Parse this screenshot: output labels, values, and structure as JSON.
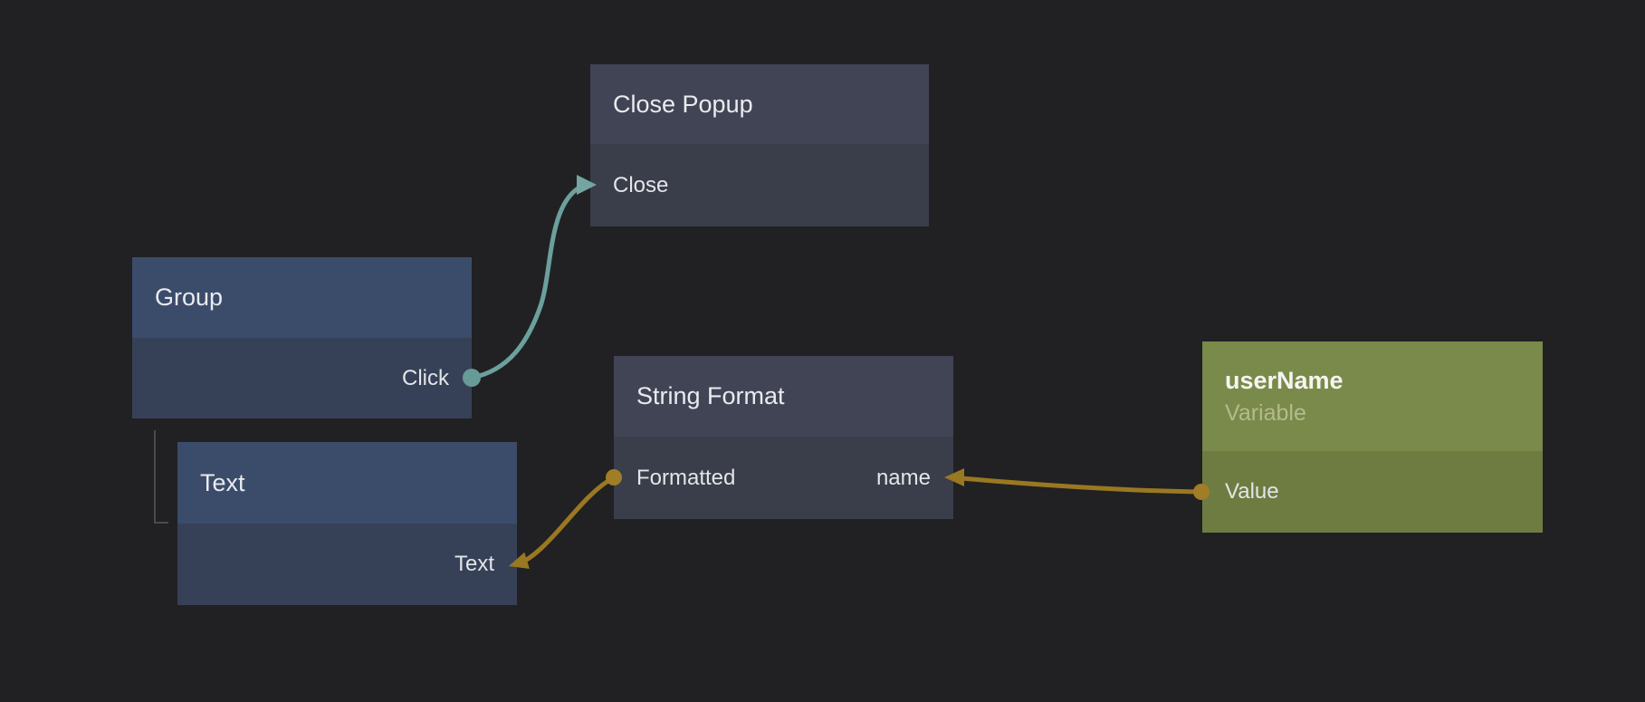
{
  "editor": {
    "background_color": "#212123",
    "node_kind_colors": {
      "action_node_header": "#414455",
      "action_node_body": "#3a3d4a",
      "element_node_header": "#3b4c6b",
      "element_node_body": "#364157",
      "variable_node_header": "#7a8a4a",
      "variable_node_body": "#6e7c42"
    },
    "wire_colors": {
      "event_wire_teal": "#6ba09c",
      "data_wire_gold": "#9a7822"
    }
  },
  "nodes": {
    "close_popup": {
      "title": "Close Popup",
      "input": "Close"
    },
    "group": {
      "title": "Group",
      "output": "Click"
    },
    "text": {
      "title": "Text",
      "input": "Text"
    },
    "string_format": {
      "title": "String Format",
      "output": "Formatted",
      "input": "name"
    },
    "user_name": {
      "title": "userName",
      "subtitle": "Variable",
      "output": "Value"
    }
  },
  "edges": [
    {
      "from_node": "Group",
      "from_port": "Click",
      "to_node": "Close Popup",
      "to_port": "Close",
      "kind": "event"
    },
    {
      "from_node": "String Format",
      "from_port": "Formatted",
      "to_node": "Text",
      "to_port": "Text",
      "kind": "data"
    },
    {
      "from_node": "userName",
      "from_port": "Value",
      "to_node": "String Format",
      "to_port": "name",
      "kind": "data"
    }
  ],
  "hierarchy": [
    {
      "parent": "Group",
      "child": "Text"
    }
  ]
}
